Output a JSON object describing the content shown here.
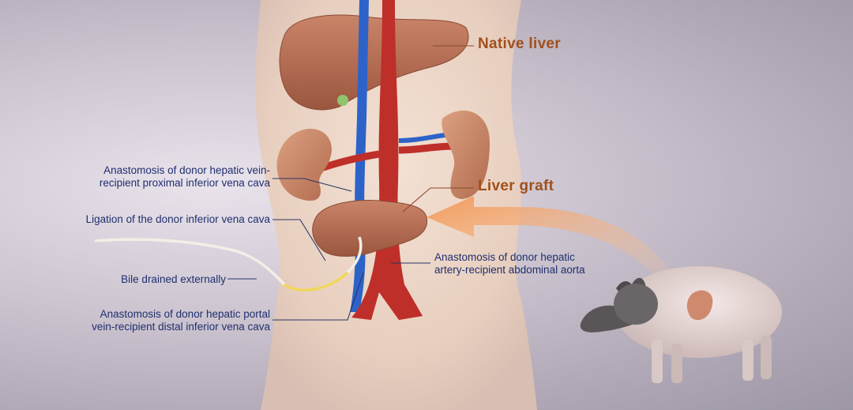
{
  "labels": {
    "native_liver": "Native liver",
    "liver_graft": "Liver graft",
    "hepatic_vein_line1": "Anastomosis of donor hepatic vein-",
    "hepatic_vein_line2": "recipient proximal inferior vena cava",
    "ligation": "Ligation of the donor inferior vena cava",
    "bile": "Bile drained externally",
    "portal_line1": "Anastomosis of donor hepatic portal",
    "portal_line2": "vein-recipient distal inferior vena cava",
    "artery_line1": "Anastomosis of donor hepatic",
    "artery_line2": "artery-recipient abdominal aorta"
  }
}
